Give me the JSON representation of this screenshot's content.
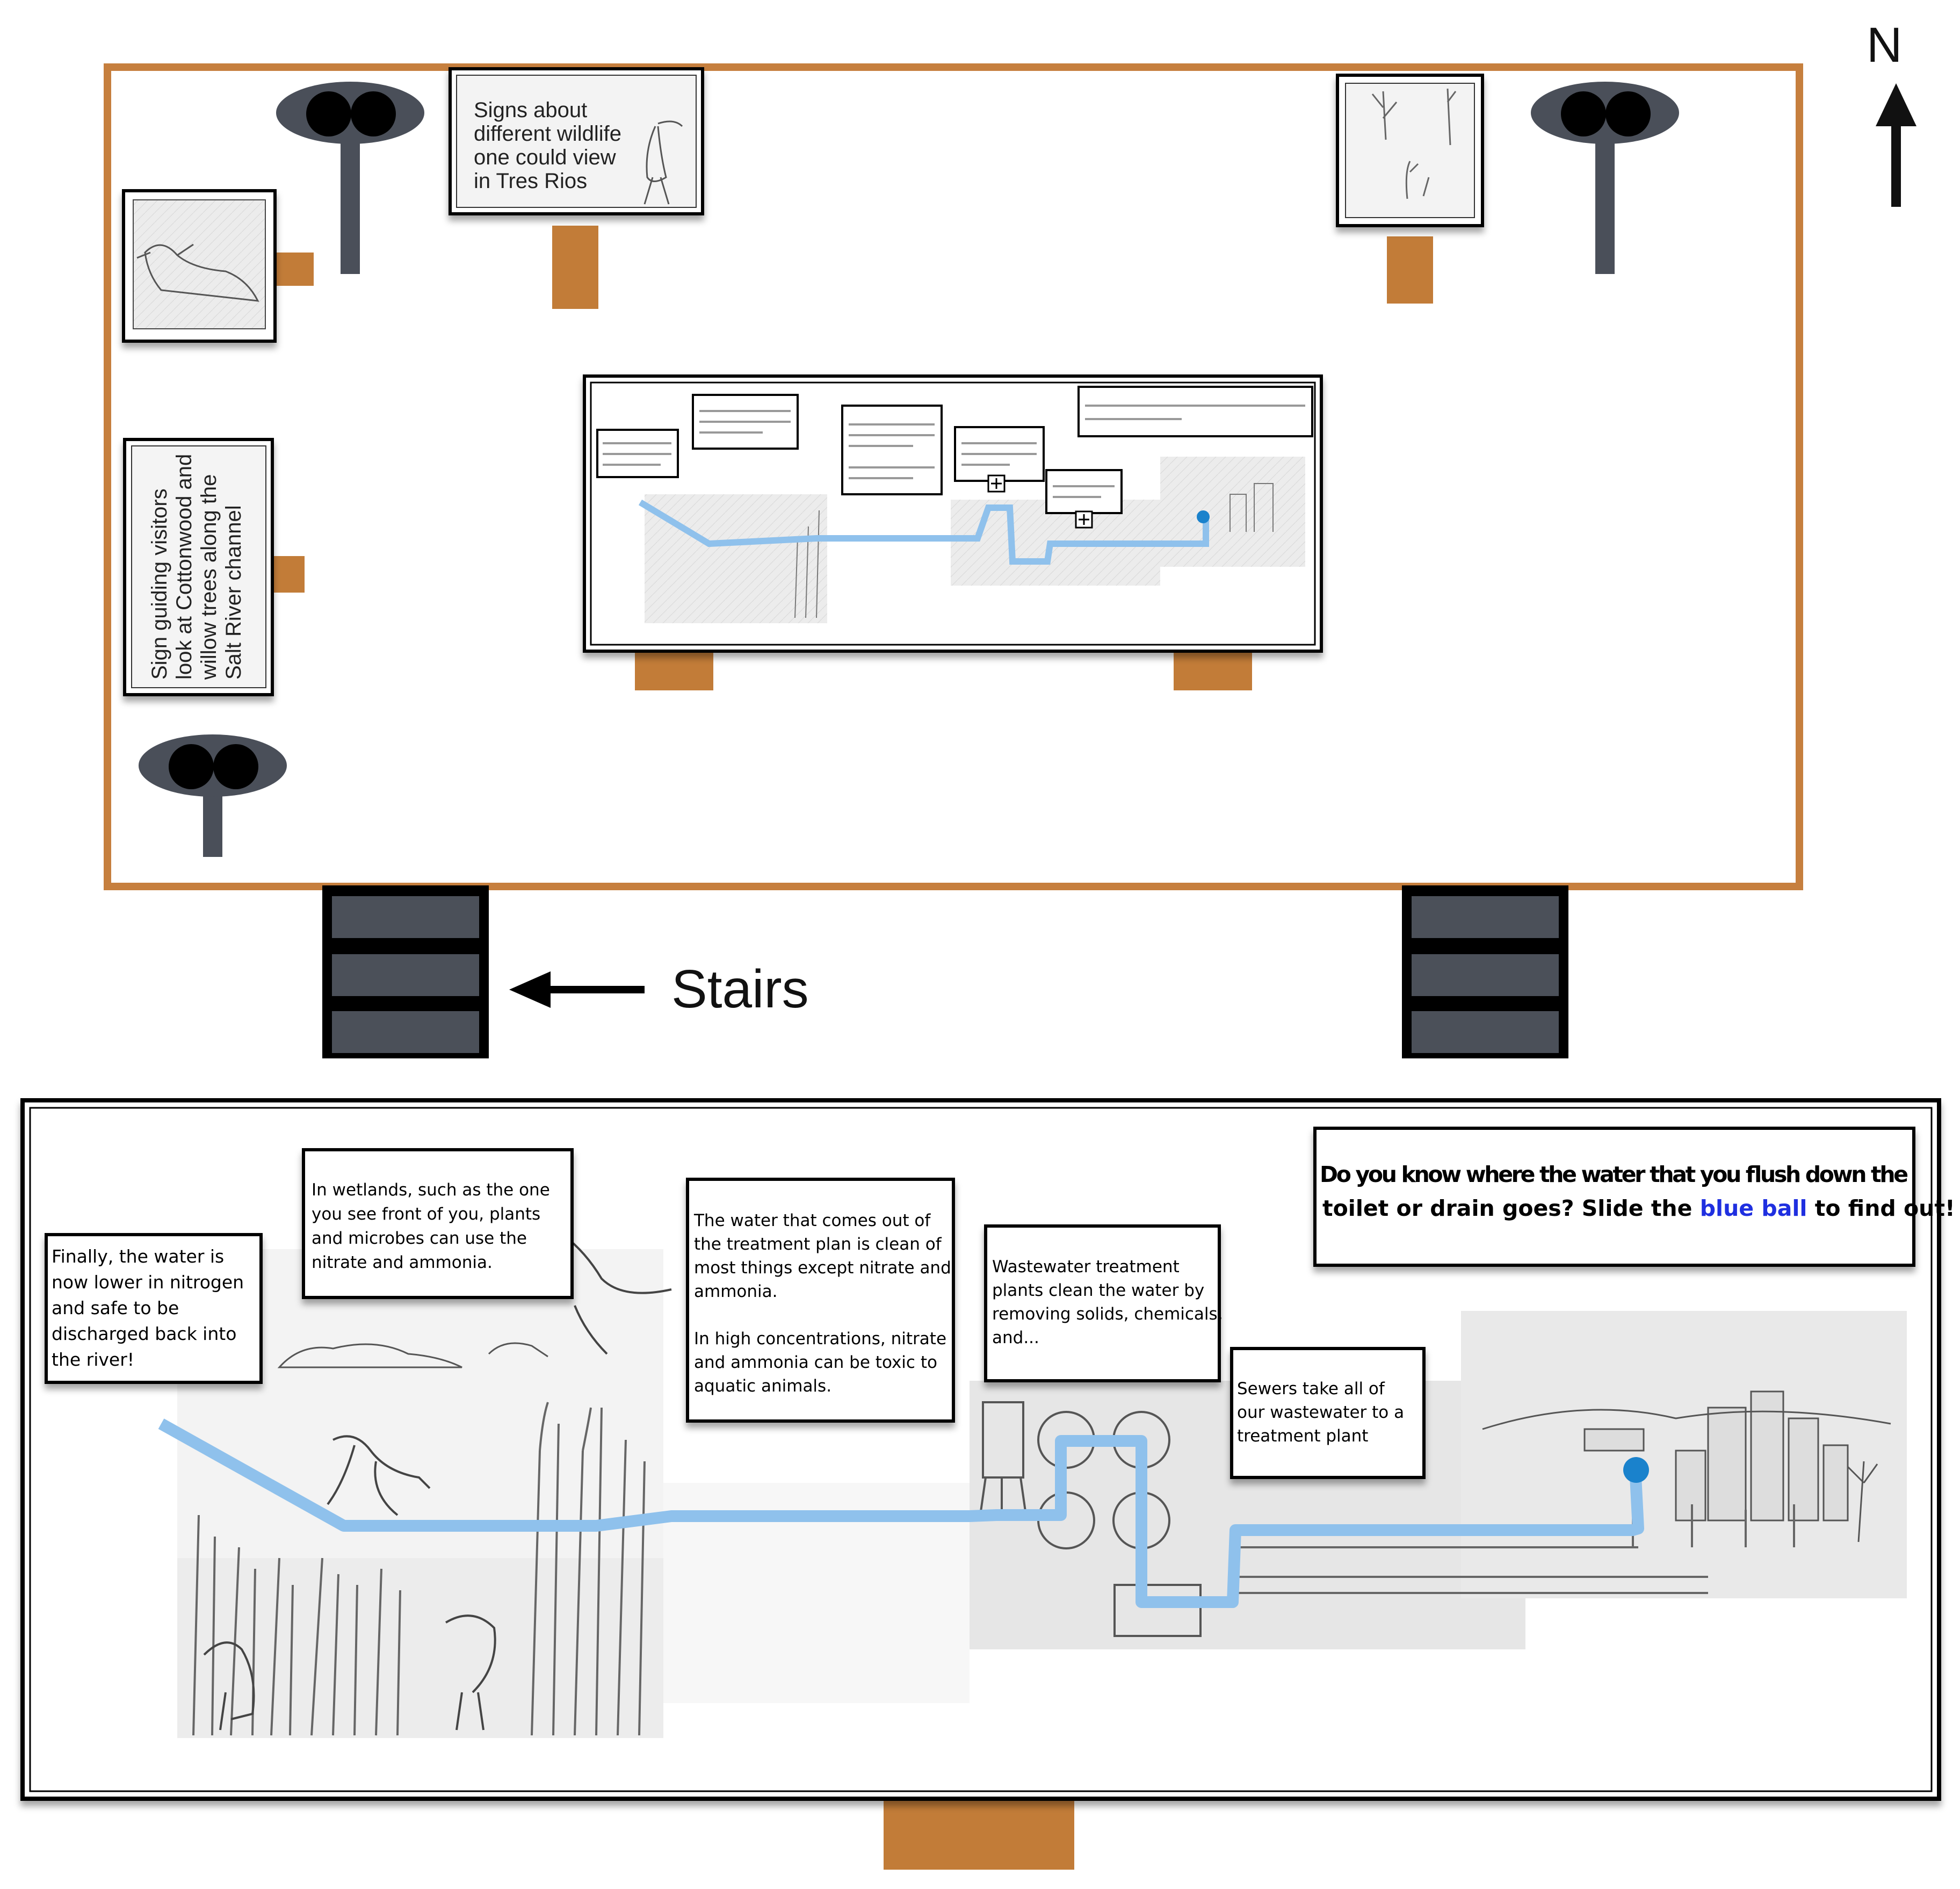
{
  "compass": {
    "label": "N"
  },
  "stairs": {
    "label": "Stairs"
  },
  "top_signs": {
    "wildlife": [
      "Signs  about",
      "different  wildlife",
      "one  could  view",
      "in Tres Rios"
    ],
    "guide": [
      "Sign  guiding  visitors",
      "look at Cottonwood and",
      "willow  trees  along  the",
      "Salt River channel"
    ]
  },
  "exhibit": {
    "intro": {
      "lines": [
        "Do you know where the water that you flush down the",
        "toilet or drain goes? Slide the "
      ],
      "highlight": "blue ball",
      "tail": " to find out!"
    },
    "finally": [
      "Finally,  the  water  is",
      "now lower in nitrogen",
      "and  safe  to  be",
      "discharged  back  into",
      "the river!"
    ],
    "wetlands": [
      "In  wetlands,  such  as  the  one",
      "you  see  front  of  you,  plants",
      "and  microbes  can  use  the",
      "nitrate and ammonia."
    ],
    "comes_out": [
      "The  water  that  comes  out  of",
      "the  treatment  plan  is  clean  of",
      "most  things  except  nitrate  and",
      "ammonia.",
      "",
      "In  high  concentrations,  nitrate",
      "and  ammonia  can  be  toxic  to",
      "aquatic animals."
    ],
    "treatment": [
      "Wastewater  treatment",
      "plants  clean  the  water  by",
      "removing  solids,  chemicals,",
      "and..."
    ],
    "sewers": [
      "Sewers  take  all  of",
      "our  wastewater  to  a",
      "treatment plant"
    ]
  },
  "colors": {
    "frame": "#c67f3e",
    "post": "#c27c38",
    "binocular": "#4a4f59",
    "stairs_tread": "#4b5059",
    "pipe": "#8fc1ec",
    "ball": "#1a82cc",
    "highlight_text": "#1f2fe0"
  },
  "icons": [
    "binocular-icon",
    "north-arrow-icon",
    "left-arrow-icon",
    "plus-icon"
  ]
}
